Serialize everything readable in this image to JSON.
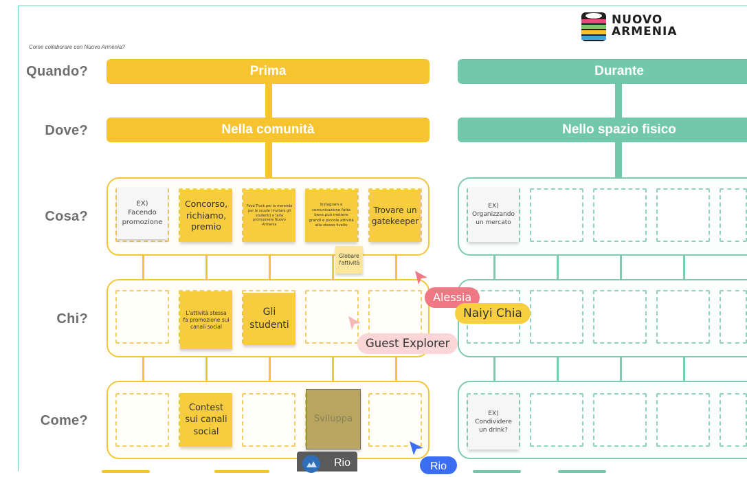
{
  "logo": {
    "line1": "NUOVO",
    "line2": "ARMENIA"
  },
  "subtitle": "Come collaborare con Nuovo Armenia?",
  "row_labels": {
    "quando": "Quando?",
    "dove": "Dove?",
    "cosa": "Cosa?",
    "chi": "Chi?",
    "come": "Come?"
  },
  "columns": {
    "prima": {
      "quando": "Prima",
      "dove": "Nella comunità"
    },
    "durante": {
      "quando": "Durante",
      "dove": "Nello spazio fisico"
    }
  },
  "colors": {
    "yellow": "#f6c42e",
    "green": "#72c8aa",
    "alessia": "#f07884",
    "naiyi": "#f7cf3f",
    "guest": "#f9d3d3",
    "rio": "#3b6ef3"
  },
  "notes": {
    "cosa_1": "EX)\nFacendo\npromozione",
    "cosa_2": "Concorso,\nrichiamo,\npremio",
    "cosa_3": "Food Truck per la merenda per le scuole (invitare gli studenti) e farla promuovere Nuovo Armenia",
    "cosa_4": "Instagram e comunicazione fatta bene può mettere grandi e piccole attività alla stesso livello",
    "cosa_5": "Trovare un gatekeeper",
    "cosa_extra": "Globare l'attività",
    "chi_2": "L'attività stessa fa promozione sui canali social",
    "chi_3": "Gli\nstudenti",
    "come_2": "Contest\nsui canali\nsocial",
    "come_4": "Sviluppa",
    "durante_cosa_1": "EX)\nOrganizzando\nun mercato",
    "durante_come_1": "EX)\nCondividere\nun drink?"
  },
  "cursors": {
    "alessia": "Alessia",
    "naiyi": "Naiyi Chia",
    "guest": "Guest Explorer",
    "rio_avatar": "Rio",
    "rio": "Rio"
  }
}
